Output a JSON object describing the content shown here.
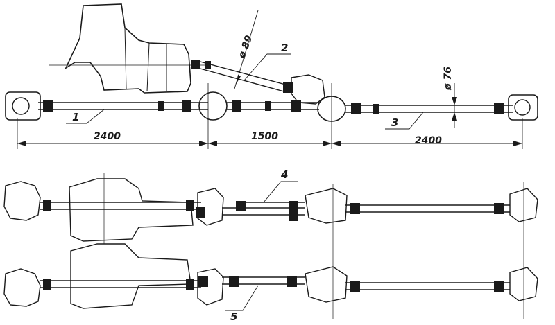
{
  "labels": {
    "shaft_1": "1",
    "shaft_2": "2",
    "shaft_3": "3",
    "shaft_4": "4",
    "shaft_5": "5"
  },
  "dimensions": {
    "left_span": "2400",
    "middle_span": "1500",
    "right_span": "2400",
    "diameter_shaft_2": "ø 89",
    "diameter_shaft_3": "ø 76"
  },
  "colors": {
    "ink": "#1a1a1a",
    "paper": "#ffffff"
  }
}
